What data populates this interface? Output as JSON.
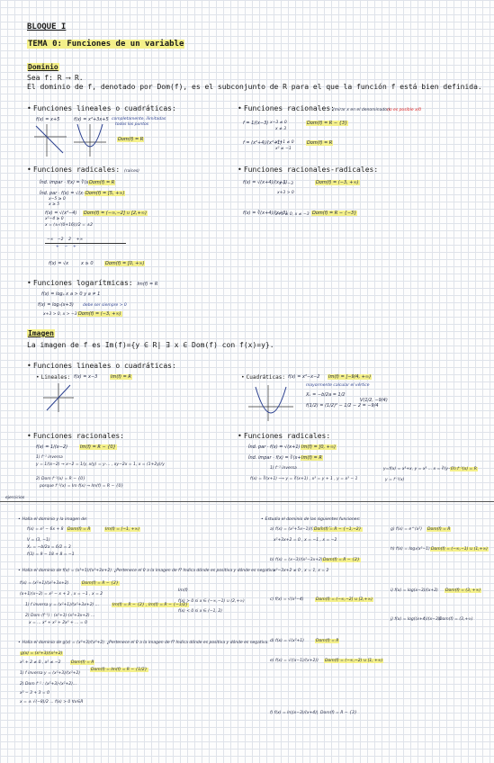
{
  "header": {
    "block": "BLOQUE I",
    "topic": "TEMA 0: Funciones de un variable"
  },
  "domain": {
    "title": "Dominio",
    "line1": "Sea f: R ⟶ R.",
    "line2": "El dominio de f, denotado por Dom(f), es el subconjunto de R para el que la función f está bien definida."
  },
  "sec_lin": {
    "title": "Funciones lineales o cuadráticas:",
    "f1": "f(x) = x+5",
    "f2": "f(x) = x²+3x+5",
    "note1": "completamente, ilimitadas",
    "note2": "todos los puntos",
    "dom": "Dom(f) = R"
  },
  "sec_rat": {
    "title": "Funciones racionales:",
    "note": "(mirar x en el denominador)",
    "red_note": "no es posible",
    "red_frac": "x/0",
    "f1": "f = 1/(x−3)",
    "f1b": "x−3 ≠ 0",
    "f1c": "x ≠ 3",
    "dom1": "Dom(f) = R − {3}",
    "f2": "f = (x²+4)/(x²+1)",
    "f2b": "x²+1 ≠ 0",
    "f2c": "x² ≠ −1",
    "dom2": "Dom(f) = R"
  },
  "sec_rad": {
    "title": "Funciones radicales:",
    "sub": "(raíces)",
    "idx_odd": "Índ. impar · f(x) = ∛(x+4)",
    "dom_odd": "Dom(f) = R",
    "idx_even": "Índ. par · f(x) = √(x−5)",
    "dom_even": "Dom(f) = [5, +∞)",
    "step1": "x−5 ≥ 0",
    "step2": "x ≥ 5",
    "f3": "f(x) = √(x²−4)",
    "dom3": "Dom(f) = (−∞,−2] ∪ [2,+∞)",
    "step3": "x²−4 ≥ 0",
    "step4": "x = (±√(0+16))/2 = ±2",
    "row_signs": "−∞   −2    2    +∞",
    "row_vals": "+    −    +",
    "f4": "f(x) = √x",
    "f4b": "x ≥ 0",
    "dom4": "Dom(f) = [0, +∞)"
  },
  "sec_ratrad": {
    "title": "Funciones racionales-radicales:",
    "f1": "f(x) = √(x+4)/(x+3)",
    "f1b": "x+3 ≥ 0",
    "f1c": "x+3 > 0",
    "f1d": "x > −3",
    "dom1": "Dom(f) = (−3, +∞)",
    "f2": "f(x) = ∛(x+4)/(x+3)",
    "f2b": "x+3 ≠ 0, x ≠ −3",
    "dom2": "Dom(f) = R − {−3}"
  },
  "sec_log": {
    "title": "Funciones logarítmicas:",
    "side": "Im(f) = R",
    "f1": "f(x) = logₐ x",
    "f1b": "a > 0  y  a ≠ 1",
    "f2": "f(x) = log₃(x+3)",
    "f2b": "debe ser siempre > 0",
    "f2c": "x+3 > 0, x > −3",
    "dom": "Dom(f) = (−3, +∞)"
  },
  "image": {
    "title": "Imagen",
    "line": "La imagen de f es Im(f)={y ∈ R| ∃ x ∈ Dom(f) con f(x)=y}."
  },
  "sec_lin2": {
    "title": "Funciones lineales o cuadráticas:",
    "lin": "Lineales:",
    "lin_f": "f(x) = x−3",
    "lin_im": "Im(f) = R",
    "quad": "Cuadráticas:",
    "quad_f": "f(x) = x²−x−2",
    "quad_im": "Im(f) = [−9/4, +∞)",
    "vx_note": "mayormente calcular el vértice",
    "vx1": "Xᵥ = −b/2a = 1/2",
    "vx2": "f(1/2) = (1/2)² − 1/2 − 2 = −9/4",
    "vx3": "V(1/2, −9/4)"
  },
  "sec_rat2": {
    "title": "Funciones racionales:",
    "f": "f(x) = 1/(x−2)",
    "im": "Im(f) = R − {0}",
    "inv": "1) f⁻¹ inversa",
    "inv_eq": "y = 1/(x−2) → x−2 = 1/y, x(y) = y·... , xy−2x = 1, x = (1+2y)/y",
    "dom_inv": "2) Dom f⁻¹(x) = R − {0}",
    "dom_inv2": "porque f⁻¹(x) = Im f(x) → Im(f) = R − {0}"
  },
  "sec_rad2": {
    "title": "Funciones radicales:",
    "odd": "Índ. par · f(x) = √(x+1)",
    "odd_im": "Im(f) = [0, +∞)",
    "even": "Índ. impar · f(x) = ∛(x+1)",
    "even_im": "Im(f) = R",
    "inv": "1) f⁻¹ inversa",
    "inv_eq": "f(x) = ∛(x+1) ⟶ y = ∛(x+1) , x³ = y + 1 , y = x³ − 1",
    "branch1": "y=f(x) = x³+x, y = x³ ... x = ∛(y−1) ...",
    "branch2": "y = f⁻¹(x)",
    "im2": "Im f⁻¹(x) = R"
  },
  "exercises": {
    "label": "ejercicios",
    "e1": "Halla el dominio y la imagen de:",
    "e1a": "f(x) = x² − 6x + 8",
    "e1a_dom": "Dom(f) = R",
    "e1a_im": "Im(f) = [−1, +∞)",
    "e1b": "V = (3, −1)",
    "e1c": "Xᵥ = −b/2a = 6/2 = 3",
    "e1d": "f(3) = 9 − 18 + 8 = −1",
    "e2": "Halla el dominio de f(x) = (x²+1)/(x²+3x+2). ¿Pertenece el 0 a la imagen de f? Indica dónde es positiva y dónde es negativa.",
    "e2a": "f(x) = (x²+1)/(x²+3x+2)",
    "e2a_dom": "Dom(f) = R − {2}",
    "e2a_im": "Im(f)",
    "e2b": "(x+1)(x−2) = x² − x + 2  ,  x = −1 , x = 2",
    "e2c": "1) f inversa  y = (x²+1)/(x²+3x+2) ...",
    "e2d": "2) Dom (f⁻¹) : (x²+1)·(x²+3x+2) ...",
    "e2e": "x = ... x⁴ + x² + 2x³ + ... = 0",
    "e2f": "Im(f) = R − {2}  ,  Im(f) = R − {−1/2}",
    "e2g": "f(x) > 0 si x ∈ (−∞,−1) ∪ (2,+∞)",
    "e2h": "f(x) < 0 si x ∈ (−1, 2)",
    "e3": "Halla el dominio de g(x) = (x²+3)/(x²+2). ¿Pertenece el 0 a la imagen de f? Indica dónde es positiva y dónde es negativa.",
    "e3a": "g(x) = (x²+3)/(x²+2)",
    "e3b": "x² + 2 ≠ 0 , x² ≠ −2",
    "e3b_dom": "Dom(f) = R",
    "e3c": "1) f inversa  y = (x²+3)/(x²+2)",
    "e3c_dom": "Dom(f) = Im(f) = R − {1/2}",
    "e3d": "2) Dom f⁻¹ : (x²+3)·(x²+2)...",
    "e3e": "x² − 3 + 3 = 0",
    "e3f": "x = ± √(−8)/2 ... f(x) > 0 ∀x∈R",
    "e4": "Estudia el dominio de las siguientes funciones:",
    "e4a": "a) f(x) = (x²+5x−1)/(x²+3x+2)",
    "e4a_dom": "Dom(f) = R − {−1,−2}",
    "e4a2": "x²+3x+2 = 0 , x = −1 , x = −2",
    "e4b": "b) f(x) = (x−3)/(x²−3x+2)",
    "e4b_dom": "Dom(f) = R − {2}",
    "e4b2": "x²−3x+2 ≠ 0 , x = 1, x = 2",
    "e4c": "c) f(x) = √(x²−4)",
    "e4c_dom": "Dom(f) = (−∞,−2] ∪ [2,+∞)",
    "e4d": "d) f(x) = √(x²+1)",
    "e4d_dom": "Dom(f) = R",
    "e4e": "e) f(x) = √((x−1)/(x+2))",
    "e4e_dom": "Dom(f) = (−∞,−2) ∪ [1, +∞)",
    "e4f": "f) f(x) = ln|(x−3)/(x+4)|",
    "e4f_dom": "Dom(f) = R − {3}",
    "e4g": "g) f(x) = e^(x²)",
    "e4g_dom": "Dom(f) = R",
    "e4h": "h) f(x) = log₂(x²−1)",
    "e4h_dom": "Dom(f) = (−∞,−1) ∪ (1,+∞)",
    "e4i": "i) f(x) = log(x−3)/(x+2)",
    "e4i_dom": "Dom(f) = (3, +∞)",
    "e4j": "j) f(x) = log((x+4)/(x−3))",
    "e4j_dom": "Dom(f) = (3,+∞)"
  }
}
